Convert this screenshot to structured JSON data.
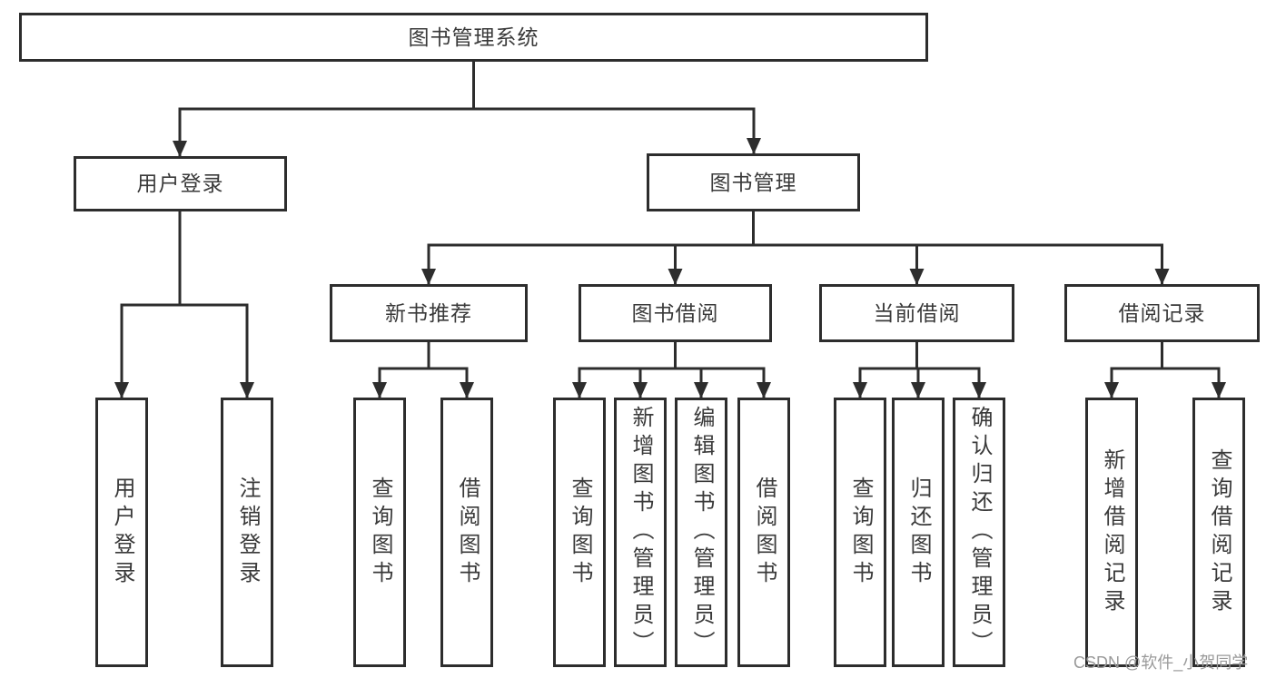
{
  "diagram_type": "hierarchy-tree",
  "colors": {
    "background": "#ffffff",
    "line": "#2d2d2d",
    "box_border": "#2d2d2d",
    "text": "#3a3a3a",
    "watermark": "#9a9a9a"
  },
  "tree": {
    "label": "图书管理系统",
    "children": [
      {
        "label": "用户登录",
        "children": [
          {
            "label": "用户登录"
          },
          {
            "label": "注销登录"
          }
        ]
      },
      {
        "label": "图书管理",
        "children": [
          {
            "label": "新书推荐",
            "children": [
              {
                "label": "查询图书"
              },
              {
                "label": "借阅图书"
              }
            ]
          },
          {
            "label": "图书借阅",
            "children": [
              {
                "label": "查询图书"
              },
              {
                "label": "新增图书（管理员）"
              },
              {
                "label": "编辑图书（管理员）"
              },
              {
                "label": "借阅图书"
              }
            ]
          },
          {
            "label": "当前借阅",
            "children": [
              {
                "label": "查询图书"
              },
              {
                "label": "归还图书"
              },
              {
                "label": "确认归还（管理员）"
              }
            ]
          },
          {
            "label": "借阅记录",
            "children": [
              {
                "label": "新增借阅记录"
              },
              {
                "label": "查询借阅记录"
              }
            ]
          }
        ]
      }
    ]
  },
  "watermark": {
    "text": "CSDN @软件_小贺同学"
  }
}
